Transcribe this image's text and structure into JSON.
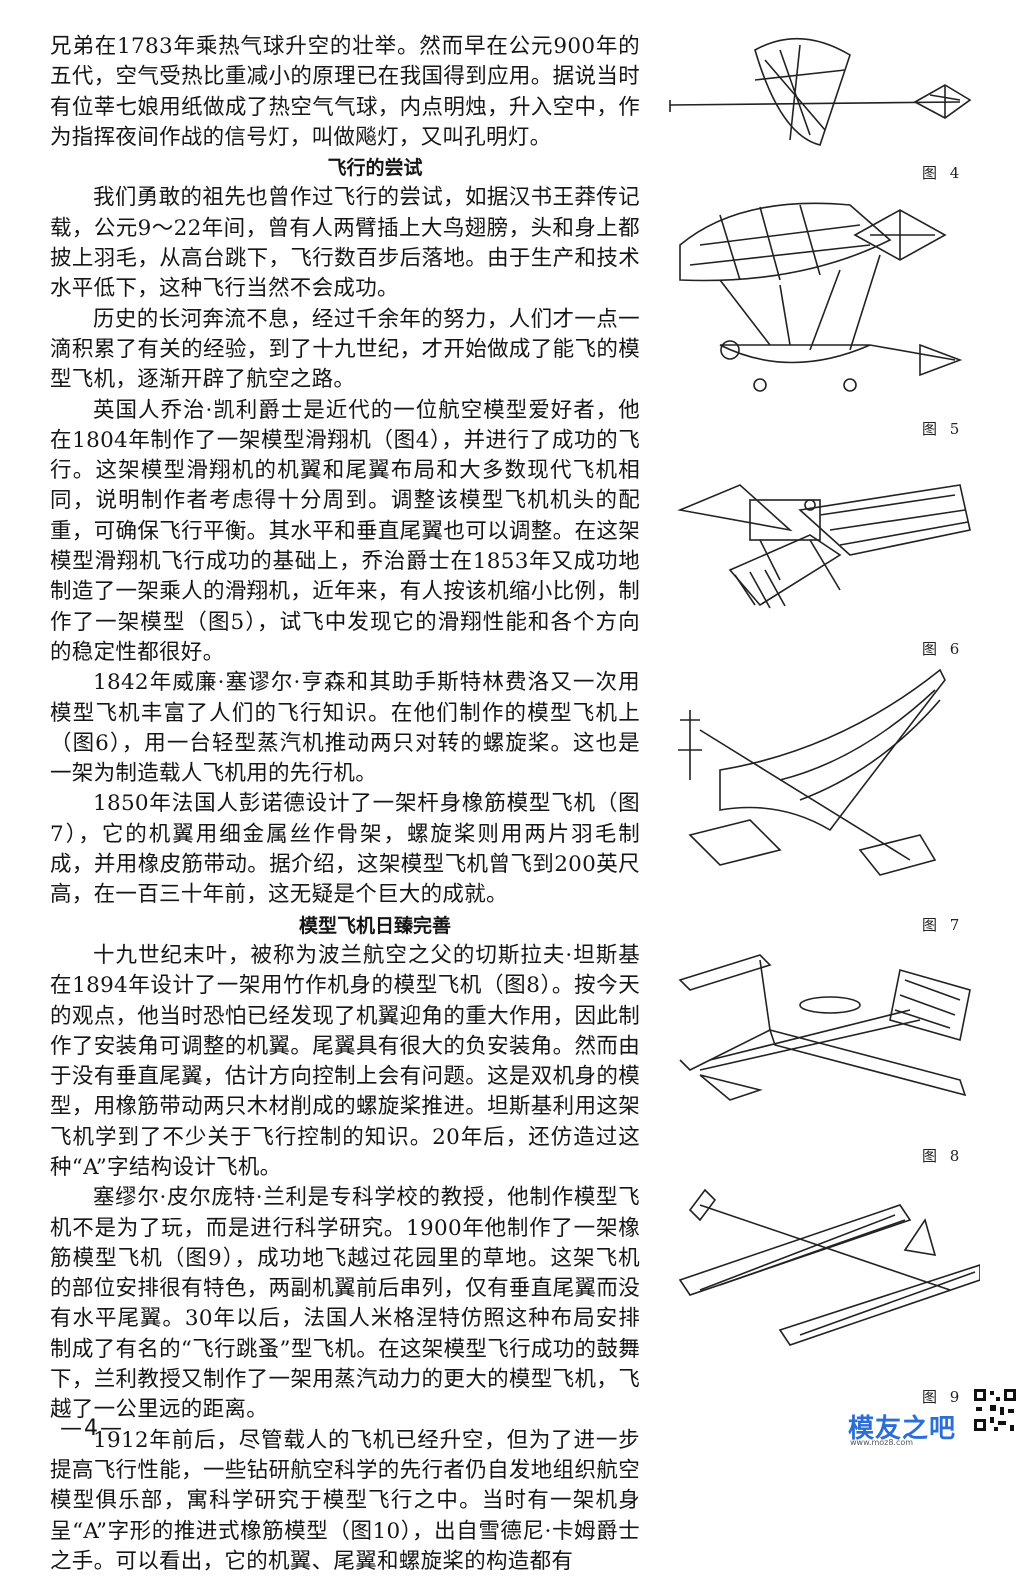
{
  "paragraphs": [
    "兄弟在1783年乘热气球升空的壮举。然而早在公元900年的五代，空气受热比重减小的原理已在我国得到应用。据说当时有位莘七娘用纸做成了热空气气球，内点明烛，升入空中，作为指挥夜间作战的信号灯，叫做飚灯，又叫孔明灯。",
    "我们勇敢的祖先也曾作过飞行的尝试，如据汉书王莽传记载，公元9～22年间，曾有人两臂插上大鸟翅膀，头和身上都披上羽毛，从高台跳下，飞行数百步后落地。由于生产和技术水平低下，这种飞行当然不会成功。",
    "历史的长河奔流不息，经过千余年的努力，人们才一点一滴积累了有关的经验，到了十九世纪，才开始做成了能飞的模型飞机，逐渐开辟了航空之路。",
    "英国人乔治·凯利爵士是近代的一位航空模型爱好者，他在1804年制作了一架模型滑翔机（图4），并进行了成功的飞行。这架模型滑翔机的机翼和尾翼布局和大多数现代飞机相同，说明制作者考虑得十分周到。调整该模型飞机机头的配重，可确保飞行平衡。其水平和垂直尾翼也可以调整。在这架模型滑翔机飞行成功的基础上，乔治爵士在1853年又成功地制造了一架乘人的滑翔机，近年来，有人按该机缩小比例，制作了一架模型（图5），试飞中发现它的滑翔性能和各个方向的稳定性都很好。",
    "1842年威廉·塞谬尔·亨森和其助手斯特林费洛又一次用模型飞机丰富了人们的飞行知识。在他们制作的模型飞机上（图6），用一台轻型蒸汽机推动两只对转的螺旋桨。这也是一架为制造载人飞机用的先行机。",
    "1850年法国人彭诺德设计了一架杆身橡筋模型飞机（图7），它的机翼用细金属丝作骨架，螺旋桨则用两片羽毛制成，并用橡皮筋带动。据介绍，这架模型飞机曾飞到200英尺高，在一百三十年前，这无疑是个巨大的成就。",
    "十九世纪末叶，被称为波兰航空之父的切斯拉夫·坦斯基在1894年设计了一架用竹作机身的模型飞机（图8）。按今天的观点，他当时恐怕已经发现了机翼迎角的重大作用，因此制作了安装角可调整的机翼。尾翼具有很大的负安装角。然而由于没有垂直尾翼，估计方向控制上会有问题。这是双机身的模型，用橡筋带动两只木材削成的螺旋桨推进。坦斯基利用这架飞机学到了不少关于飞行控制的知识。20年后，还仿造过这种“A”字结构设计飞机。",
    "塞缪尔·皮尔庞特·兰利是专科学校的教授，他制作模型飞机不是为了玩，而是进行科学研究。1900年他制作了一架橡筋模型飞机（图9），成功地飞越过花园里的草地。这架飞机的部位安排很有特色，两副机翼前后串列，仅有垂直尾翼而没有水平尾翼。30年以后，法国人米格涅特仿照这种布局安排制成了有名的“飞行跳蚤”型飞机。在这架模型飞行成功的鼓舞下，兰利教授又制作了一架用蒸汽动力的更大的模型飞机，飞越了一公里远的距离。",
    "1912年前后，尽管载人的飞机已经升空，但为了进一步提高飞行性能，一些钻研航空科学的先行者仍自发地组织航空模型俱乐部，寓科学研究于模型飞行之中。当时有一架机身呈“A”字形的推进式橡筋模型（图10），出自雪德尼·卡姆爵士之手。可以看出，它的机翼、尾翼和螺旋桨的构造都有"
  ],
  "headings": [
    "飞行的尝试",
    "模型飞机日臻完善"
  ],
  "captions": [
    "图 4",
    "图 5",
    "图 6",
    "图 7",
    "图 8",
    "图 9"
  ],
  "page_number": "—4—",
  "watermark": {
    "brand": "模友之吧",
    "url": "www.moz8.com"
  }
}
